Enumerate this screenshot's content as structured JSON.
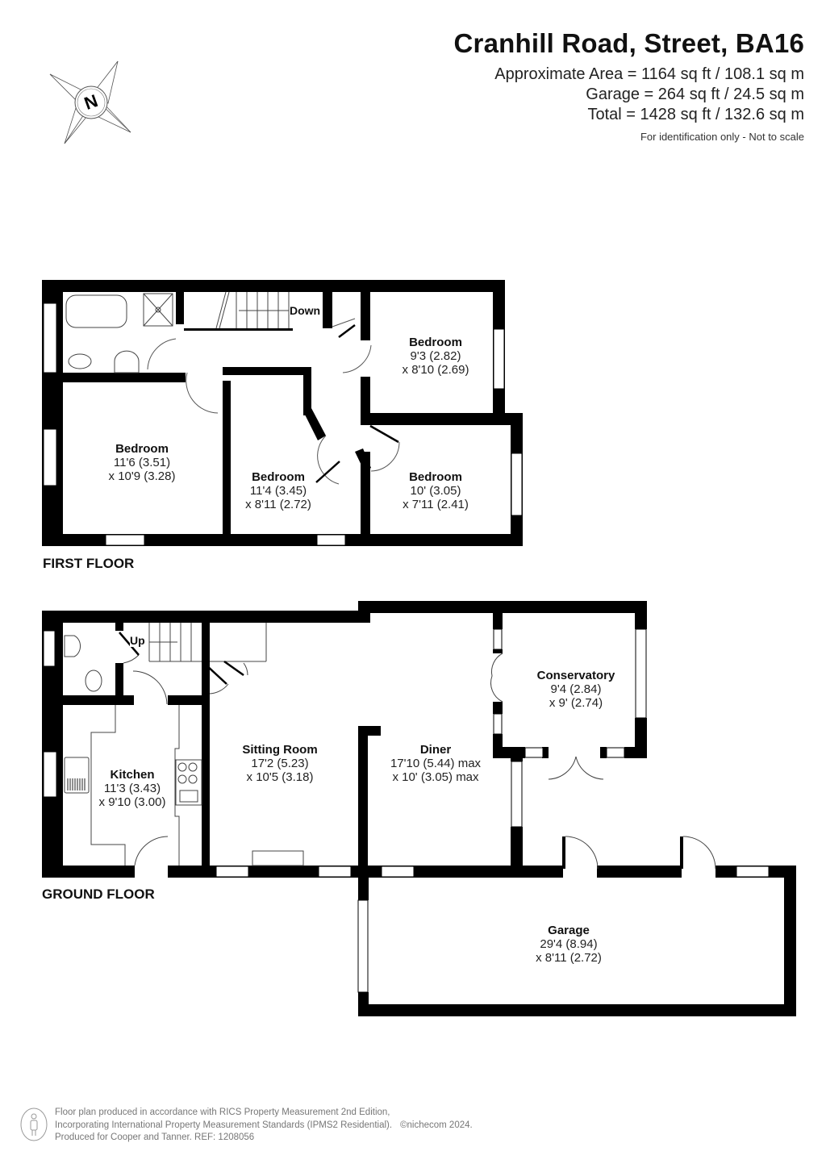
{
  "header": {
    "title": "Cranhill Road, Street, BA16",
    "approximate_area": "Approximate Area = 1164 sq ft / 108.1 sq m",
    "garage_area": "Garage = 264 sq ft / 24.5 sq m",
    "total_area": "Total = 1428 sq ft / 132.6 sq m",
    "disclaimer": "For identification only - Not to scale"
  },
  "compass": {
    "icon": "compass-north-icon",
    "letter": "N"
  },
  "first_floor": {
    "label": "FIRST FLOOR",
    "stairs_label": "Down",
    "rooms": [
      {
        "name": "Bedroom",
        "dim1": "9'3 (2.82)",
        "dim2": "x 8'10 (2.69)"
      },
      {
        "name": "Bedroom",
        "dim1": "11'6 (3.51)",
        "dim2": "x 10'9 (3.28)"
      },
      {
        "name": "Bedroom",
        "dim1": "11'4 (3.45)",
        "dim2": "x 8'11 (2.72)"
      },
      {
        "name": "Bedroom",
        "dim1": "10' (3.05)",
        "dim2": "x 7'11 (2.41)"
      }
    ]
  },
  "ground_floor": {
    "label": "GROUND FLOOR",
    "stairs_label": "Up",
    "rooms": [
      {
        "name": "Kitchen",
        "dim1": "11'3 (3.43)",
        "dim2": "x 9'10 (3.00)"
      },
      {
        "name": "Sitting Room",
        "dim1": "17'2 (5.23)",
        "dim2": "x 10'5 (3.18)"
      },
      {
        "name": "Diner",
        "dim1": "17'10 (5.44) max",
        "dim2": "x 10' (3.05) max"
      },
      {
        "name": "Conservatory",
        "dim1": "9'4 (2.84)",
        "dim2": "x 9' (2.74)"
      },
      {
        "name": "Garage",
        "dim1": "29'4 (8.94)",
        "dim2": "x 8'11 (2.72)"
      }
    ]
  },
  "footer": {
    "line1": "Floor plan produced in accordance with RICS Property Measurement 2nd Edition,",
    "line2": "Incorporating International Property Measurement Standards (IPMS2 Residential).",
    "copyright": "©nichecom 2024.",
    "line3": "Produced for Cooper and Tanner.   REF: 1208056"
  },
  "colors": {
    "wall": "#000000",
    "text": "#111111",
    "footer_text": "#777777",
    "background": "#ffffff"
  }
}
